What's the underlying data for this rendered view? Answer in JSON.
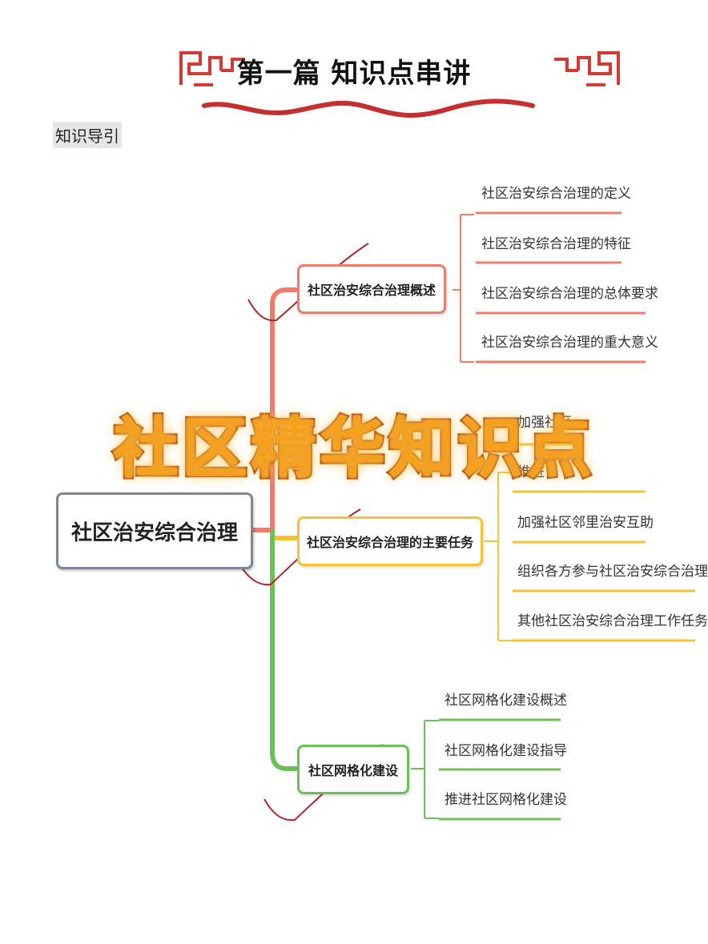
{
  "header": {
    "title": "第一篇  知识点串讲",
    "section_label": "知识导引"
  },
  "colors": {
    "ornament": "#d23a33",
    "branch_1": "#ee7c6b",
    "branch_2": "#f4c233",
    "branch_3": "#6dbf58",
    "check_mark": "#b0262a",
    "watermark_fill": "#f4a020",
    "watermark_stroke": "#a83a08"
  },
  "mindmap": {
    "root": "社区治安综合治理",
    "branches": [
      {
        "label": "社区治安综合治理概述",
        "leaves": [
          "社区治安综合治理的定义",
          "社区治安综合治理的特征",
          "社区治安综合治理的总体要求",
          "社区治安综合治理的重大意义"
        ]
      },
      {
        "label": "社区治安综合治理的主要任务",
        "leaves": [
          "加强社区",
          "推进",
          "加强社区邻里治安互助",
          "组织各方参与社区治安综合治理",
          "其他社区治安综合治理工作任务"
        ]
      },
      {
        "label": "社区网格化建设",
        "leaves": [
          "社区网格化建设概述",
          "社区网格化建设指导",
          "推进社区网格化建设"
        ]
      }
    ]
  },
  "watermark": "社区精华知识点"
}
